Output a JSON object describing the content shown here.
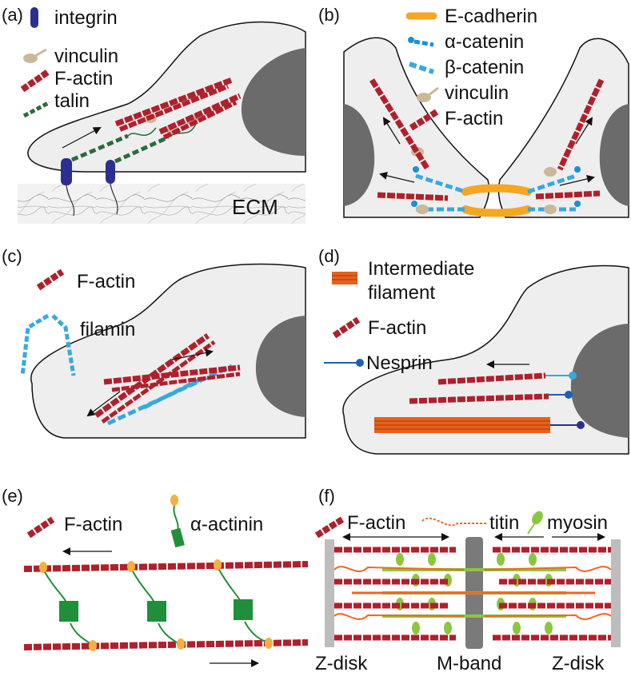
{
  "panels": {
    "a": {
      "label": "(a)",
      "legend": [
        "integrin",
        "vinculin",
        "F-actin",
        "talin"
      ],
      "ecm": "ECM"
    },
    "b": {
      "label": "(b)",
      "legend": [
        "E-cadherin",
        "α-catenin",
        "β-catenin",
        "vinculin",
        "F-actin"
      ]
    },
    "c": {
      "label": "(c)",
      "legend": [
        "F-actin",
        "filamin"
      ]
    },
    "d": {
      "label": "(d)",
      "legend": [
        "Intermediate",
        "filament",
        "F-actin",
        "Nesprin"
      ]
    },
    "e": {
      "label": "(e)",
      "legend": [
        "F-actin",
        "α-actinin"
      ]
    },
    "f": {
      "label": "(f)",
      "legend": [
        "F-actin",
        "titin",
        "myosin"
      ],
      "bottom": [
        "Z-disk",
        "M-band",
        "Z-disk"
      ]
    }
  },
  "colors": {
    "actin": "#b0202c",
    "integrin": "#2b2f8f",
    "vinculin": "#c9b99a",
    "talin": "#2d6b3a",
    "cadherin": "#f5a623",
    "catenin": "#1a8fd6",
    "filamin": "#36a9e1",
    "nucleus": "#6b6b6b",
    "cell": "#eeeeee",
    "intermediate": "#e8601c",
    "nesprin": "#1f5fb0",
    "actinin": "#1f8f3a",
    "myosin": "#8cc63f",
    "titin": "#f26522"
  }
}
